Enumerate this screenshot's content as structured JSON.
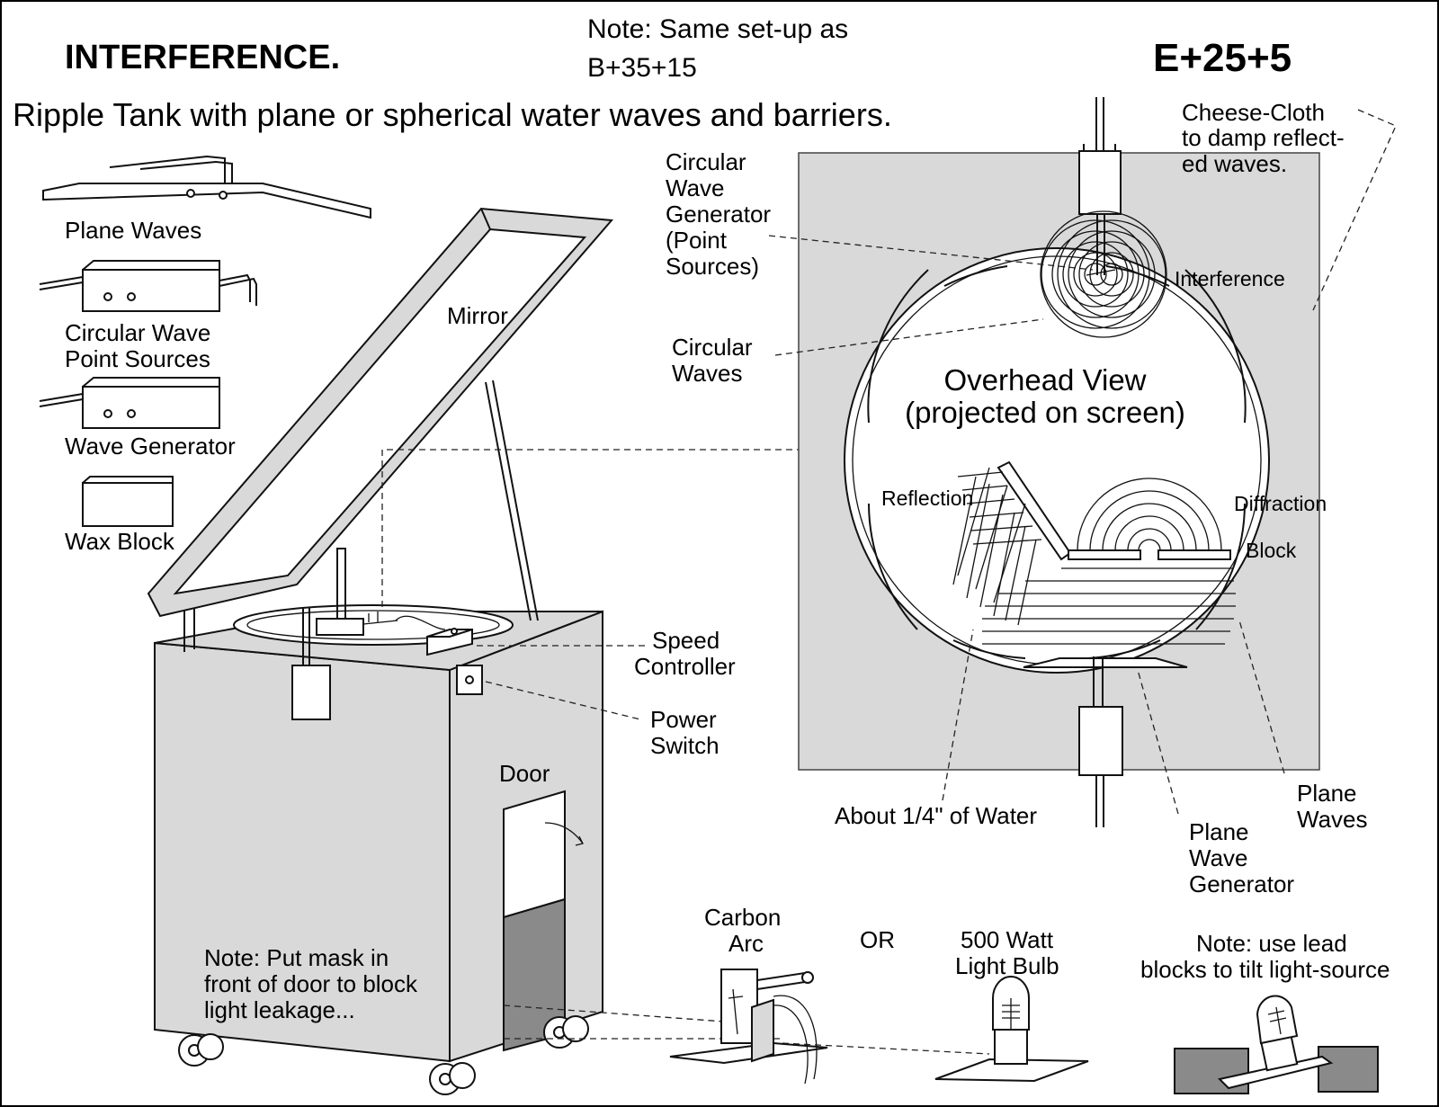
{
  "header": {
    "title": "INTERFERENCE.",
    "note_line1": "Note: Same set-up as",
    "note_line2": "B+35+15",
    "code": "E+25+5",
    "subtitle": "Ripple Tank with plane or spherical water waves and barriers."
  },
  "parts": {
    "plane_waves": "Plane Waves",
    "circular_line1": "Circular Wave",
    "circular_line2": "Point Sources",
    "wave_generator": "Wave Generator",
    "wax_block": "Wax Block"
  },
  "tank": {
    "mirror": "Mirror",
    "speed_line1": "Speed",
    "speed_line2": "Controller",
    "power_line1": "Power",
    "power_line2": "Switch",
    "door": "Door",
    "mask_line1": "Note: Put mask in",
    "mask_line2": "front of door to block",
    "mask_line3": "light leakage..."
  },
  "overhead": {
    "cheese_line1": "Cheese-Cloth",
    "cheese_line2": "to damp reflect-",
    "cheese_line3": "ed waves.",
    "cwg_line1": "Circular",
    "cwg_line2": "Wave",
    "cwg_line3": "Generator",
    "cwg_line4": "(Point",
    "cwg_line5": "Sources)",
    "interference": "Interference",
    "cw_line1": "Circular",
    "cw_line2": "Waves",
    "view_line1": "Overhead View",
    "view_line2": "(projected on screen)",
    "reflection": "Reflection",
    "diffraction": "Diffraction",
    "block": "Block",
    "water": "About 1/4\" of Water",
    "pw_line1": "Plane",
    "pw_line2": "Waves",
    "pwg_line1": "Plane",
    "pwg_line2": "Wave",
    "pwg_line3": "Generator"
  },
  "light": {
    "arc_line1": "Carbon",
    "arc_line2": "Arc",
    "or": "OR",
    "bulb_line1": "500 Watt",
    "bulb_line2": "Light Bulb",
    "lead_line1": "Note: use lead",
    "lead_line2": "blocks to tilt light-source"
  }
}
